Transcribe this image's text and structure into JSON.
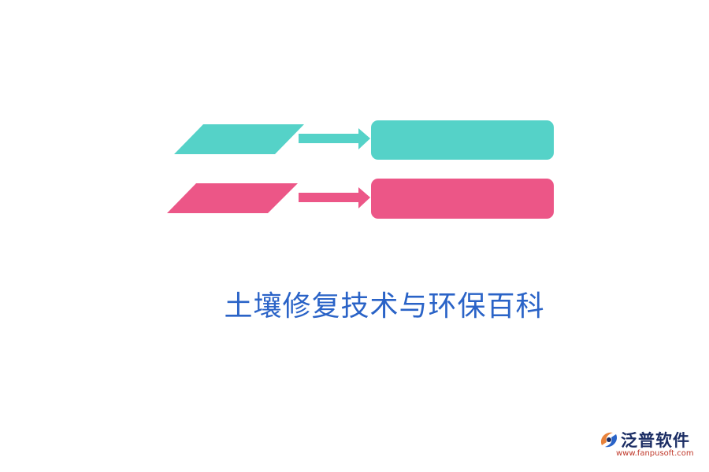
{
  "title": "土壤修复技术与环保百科",
  "colors": {
    "teal": "#55d2c8",
    "pink": "#ec5687",
    "title": "#2a63c7"
  },
  "logo": {
    "name": "泛普软件",
    "url": "www.fanpusoft.com",
    "icon": "fanpu-swirl-logo"
  },
  "rows": [
    {
      "color": "teal"
    },
    {
      "color": "pink"
    }
  ]
}
